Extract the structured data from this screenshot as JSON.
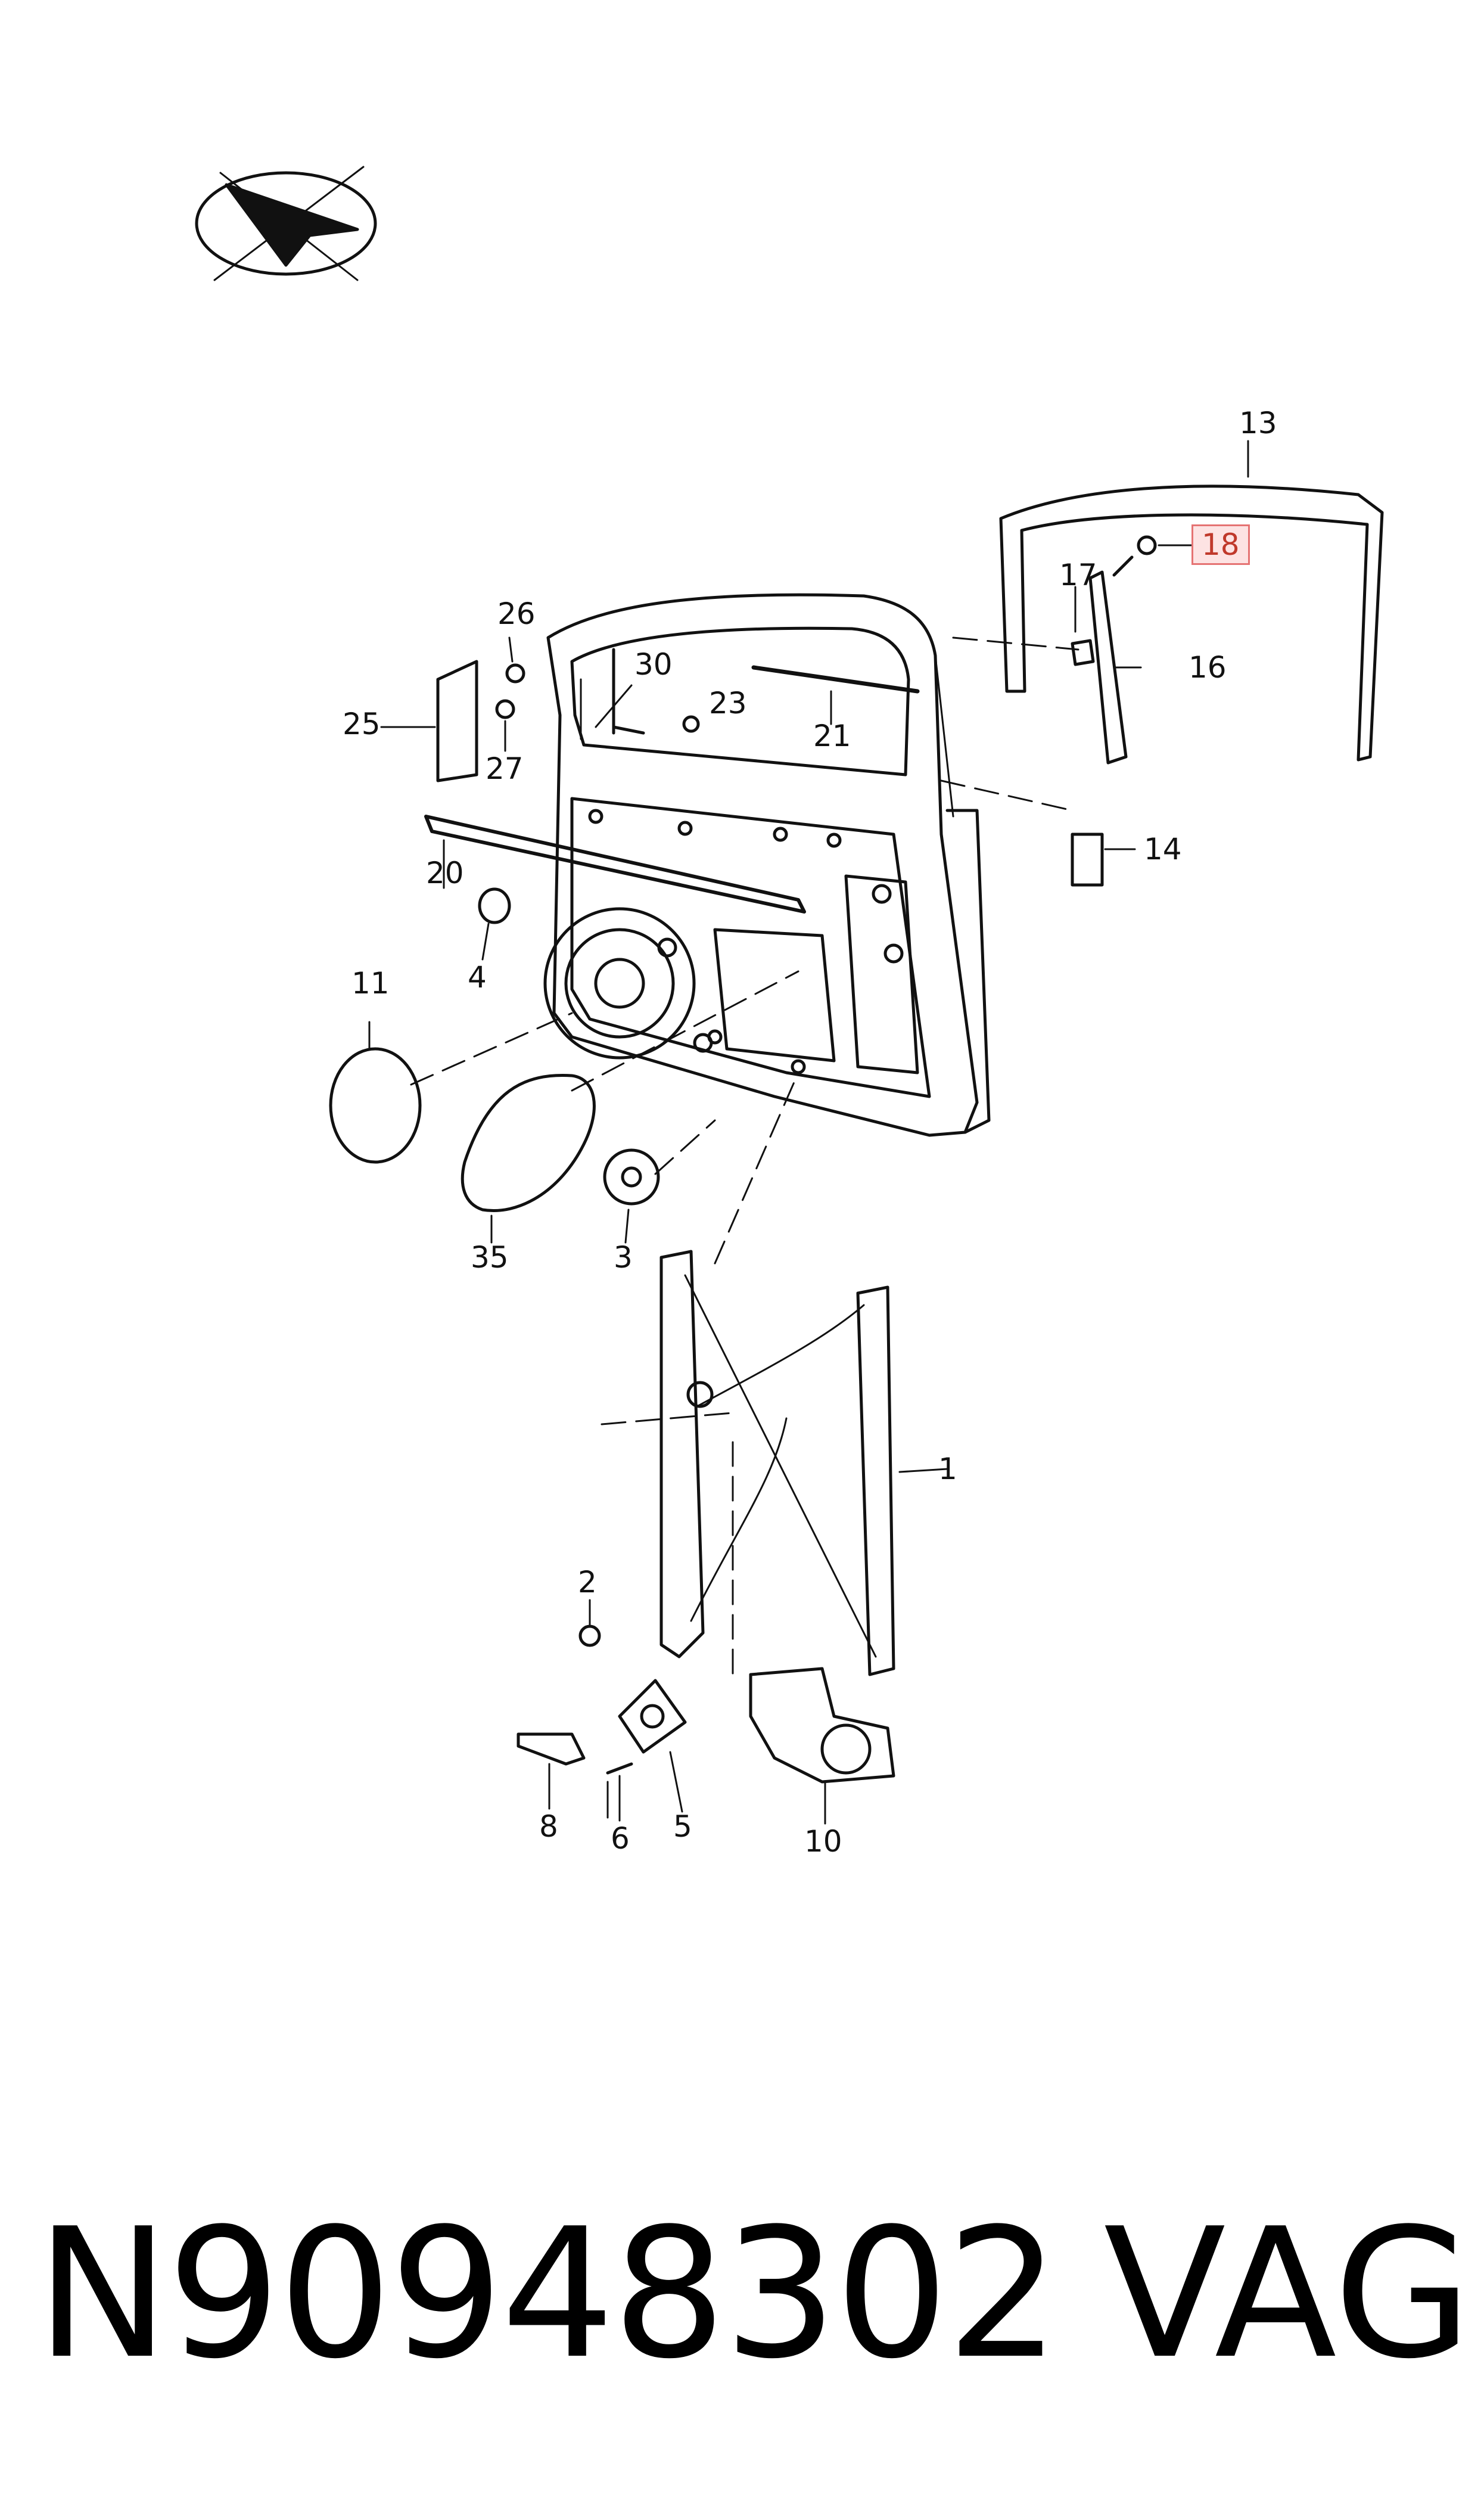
{
  "diagram": {
    "highlighted_callout": "18",
    "callouts": [
      "1",
      "2",
      "3",
      "4",
      "5",
      "6",
      "8",
      "10",
      "11",
      "13",
      "14",
      "16",
      "17",
      "18",
      "20",
      "21",
      "23",
      "25",
      "26",
      "27",
      "30",
      "35"
    ]
  },
  "footer": {
    "part_number": "N90948302",
    "brand": "VAG"
  },
  "colors": {
    "line": "#111111",
    "highlight_fill": "#fde3e3",
    "highlight_border": "#e57373"
  }
}
